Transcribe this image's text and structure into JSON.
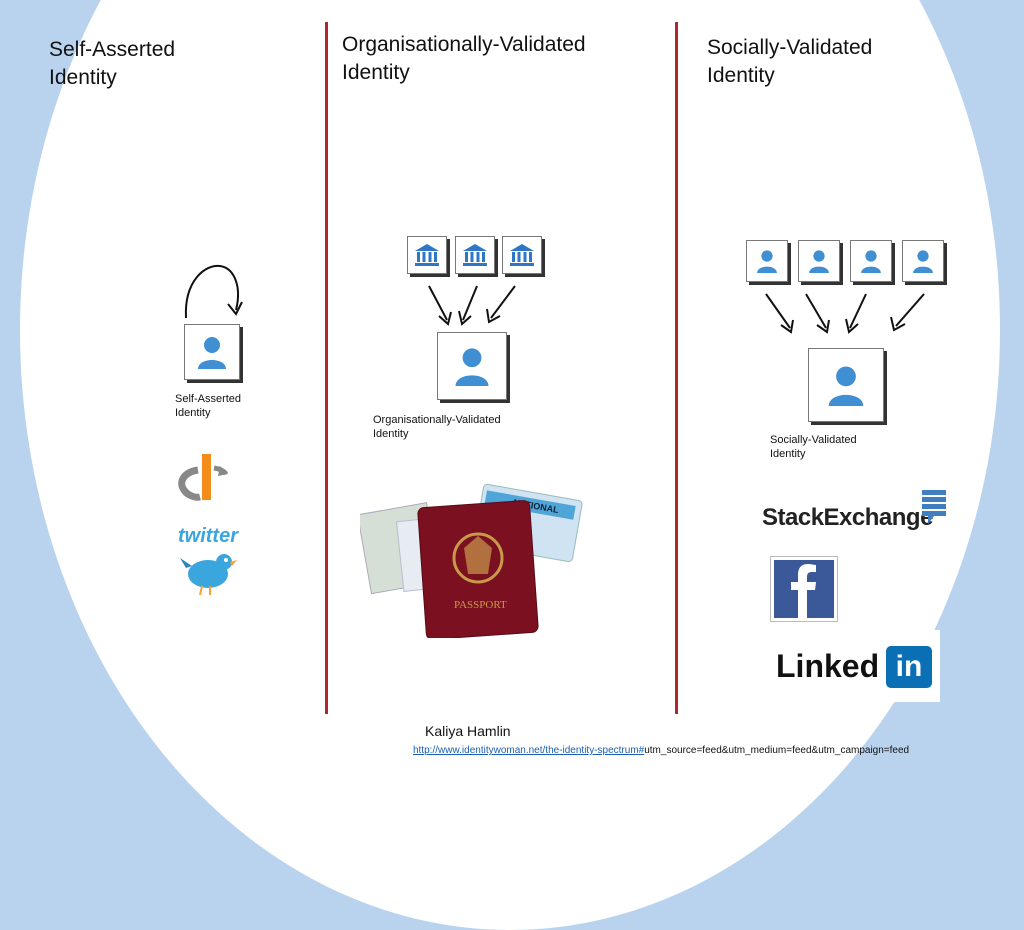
{
  "columns": [
    {
      "heading": "Self-Asserted\nIdentity",
      "caption": "Self-Asserted\nIdentity"
    },
    {
      "heading": "Organisationally-Validated\nIdentity",
      "caption": "Organisationally-Validated\nIdentity"
    },
    {
      "heading": "Socially-Validated\nIdentity",
      "caption": "Socially-Validated\nIdentity"
    }
  ],
  "logos": {
    "twitter": "twitter",
    "stackexchange": "StackExchange",
    "linkedin_word": "Linked",
    "linkedin_box": "in",
    "passport": "PASSPORT",
    "card": "NATIONAL"
  },
  "credit": "Kaliya Hamlin",
  "link": {
    "url_part": "http://www.identitywoman.net/the-identity-spectrum#",
    "query_part": "utm_source=feed&utm_medium=feed&utm_campaign=feed"
  },
  "colors": {
    "background": "#b9d3ee",
    "divider": "#b0262f",
    "person": "#3f8fd2",
    "institution": "#2e77c6"
  }
}
